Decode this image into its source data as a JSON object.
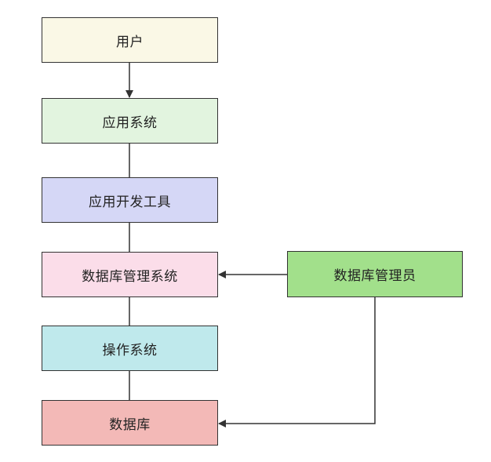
{
  "nodes": {
    "user": {
      "label": "用户",
      "color": "#faf8e6"
    },
    "app_system": {
      "label": "应用系统",
      "color": "#e2f4df"
    },
    "dev_tools": {
      "label": "应用开发工具",
      "color": "#d5d7f6"
    },
    "dbms": {
      "label": "数据库管理系统",
      "color": "#fbdde9"
    },
    "os": {
      "label": "操作系统",
      "color": "#bfe9ec"
    },
    "database": {
      "label": "数据库",
      "color": "#f3b9b7"
    },
    "dba": {
      "label": "数据库管理员",
      "color": "#a2e08b"
    }
  },
  "edges": [
    {
      "from": "user",
      "to": "app_system",
      "arrow": true
    },
    {
      "from": "app_system",
      "to": "dev_tools",
      "arrow": false
    },
    {
      "from": "dev_tools",
      "to": "dbms",
      "arrow": false
    },
    {
      "from": "dbms",
      "to": "os",
      "arrow": false
    },
    {
      "from": "os",
      "to": "database",
      "arrow": false
    },
    {
      "from": "dba",
      "to": "dbms",
      "arrow": true
    },
    {
      "from": "dba",
      "to": "database",
      "arrow": true
    }
  ],
  "colors": {
    "line": "#333333"
  }
}
